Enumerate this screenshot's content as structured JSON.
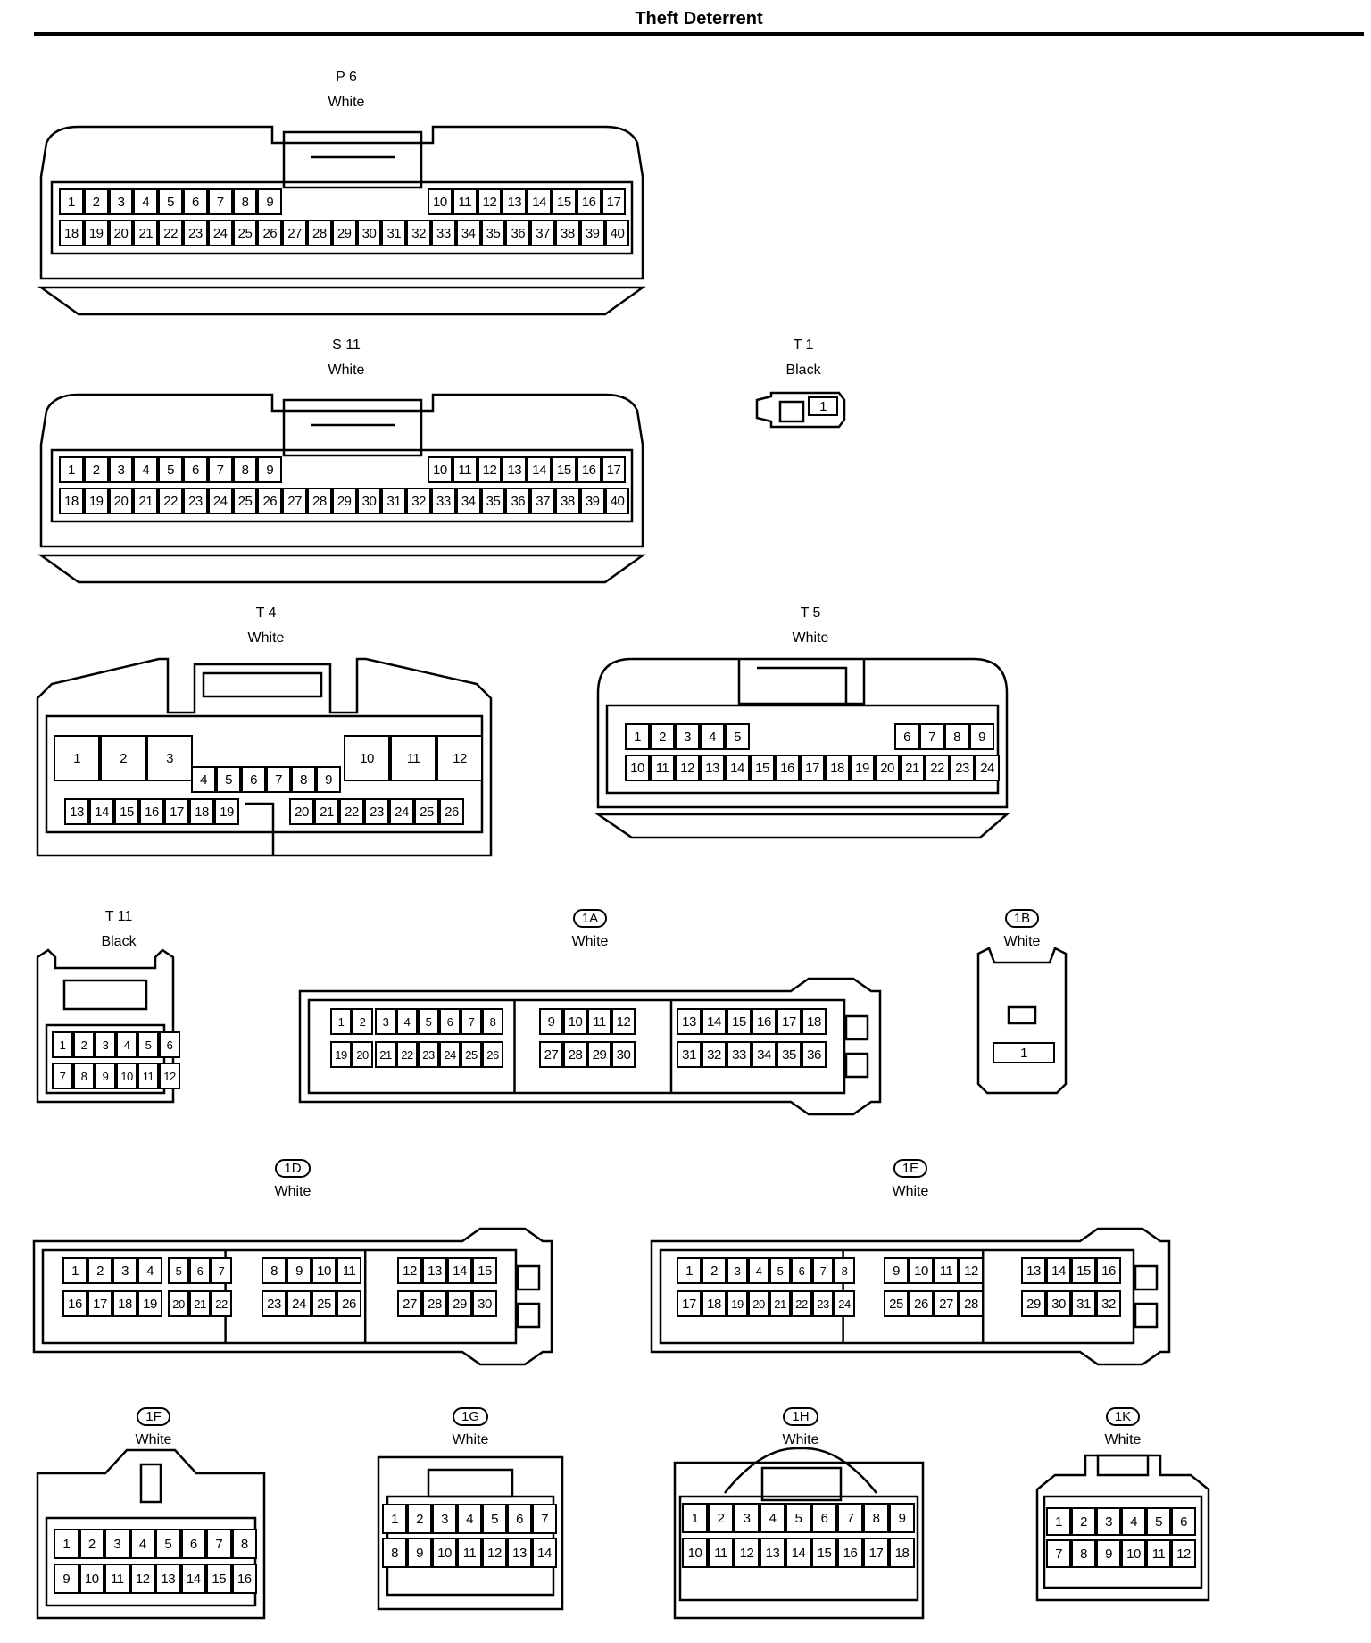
{
  "page": {
    "title": "Theft Deterrent"
  },
  "connectors": [
    {
      "id": "P6",
      "code": "P 6",
      "color": "White",
      "circled": false,
      "rows": [
        [
          "1",
          "2",
          "3",
          "4",
          "5",
          "6",
          "7",
          "8",
          "9",
          "",
          "",
          "",
          "",
          "",
          "10",
          "11",
          "12",
          "13",
          "14",
          "15",
          "16",
          "17"
        ],
        [
          "18",
          "19",
          "20",
          "21",
          "22",
          "23",
          "24",
          "25",
          "26",
          "27",
          "28",
          "29",
          "30",
          "31",
          "32",
          "33",
          "34",
          "35",
          "36",
          "37",
          "38",
          "39",
          "40"
        ]
      ]
    },
    {
      "id": "S11",
      "code": "S 11",
      "color": "White",
      "circled": false,
      "rows": [
        [
          "1",
          "2",
          "3",
          "4",
          "5",
          "6",
          "7",
          "8",
          "9",
          "10",
          "11",
          "12",
          "13",
          "14",
          "15",
          "16",
          "17"
        ],
        [
          "18",
          "19",
          "20",
          "21",
          "22",
          "23",
          "24",
          "25",
          "26",
          "27",
          "28",
          "29",
          "30",
          "31",
          "32",
          "33",
          "34",
          "35",
          "36",
          "37",
          "38",
          "39",
          "40"
        ]
      ]
    },
    {
      "id": "T1",
      "code": "T 1",
      "color": "Black",
      "circled": false,
      "rows": [
        [
          "1"
        ]
      ]
    },
    {
      "id": "T4",
      "code": "T 4",
      "color": "White",
      "circled": false,
      "rows": [
        [
          "1",
          "2",
          "3",
          "10",
          "11",
          "12"
        ],
        [
          "4",
          "5",
          "6",
          "7",
          "8",
          "9"
        ],
        [
          "13",
          "14",
          "15",
          "16",
          "17",
          "18",
          "19",
          "20",
          "21",
          "22",
          "23",
          "24",
          "25",
          "26"
        ]
      ]
    },
    {
      "id": "T5",
      "code": "T 5",
      "color": "White",
      "circled": false,
      "rows": [
        [
          "1",
          "2",
          "3",
          "4",
          "5",
          "6",
          "7",
          "8",
          "9"
        ],
        [
          "10",
          "11",
          "12",
          "13",
          "14",
          "15",
          "16",
          "17",
          "18",
          "19",
          "20",
          "21",
          "22",
          "23",
          "24"
        ]
      ]
    },
    {
      "id": "T11",
      "code": "T 11",
      "color": "Black",
      "circled": false,
      "rows": [
        [
          "1",
          "2",
          "3",
          "4",
          "5",
          "6"
        ],
        [
          "7",
          "8",
          "9",
          "10",
          "11",
          "12"
        ]
      ]
    },
    {
      "id": "1A",
      "code": "1A",
      "color": "White",
      "circled": true,
      "rows": [
        [
          "1",
          "2",
          "3",
          "4",
          "5",
          "6",
          "7",
          "8",
          "9",
          "10",
          "11",
          "12",
          "13",
          "14",
          "15",
          "16",
          "17",
          "18"
        ],
        [
          "19",
          "20",
          "21",
          "22",
          "23",
          "24",
          "25",
          "26",
          "27",
          "28",
          "29",
          "30",
          "31",
          "32",
          "33",
          "34",
          "35",
          "36"
        ]
      ]
    },
    {
      "id": "1B",
      "code": "1B",
      "color": "White",
      "circled": true,
      "rows": [
        [
          "1"
        ]
      ]
    },
    {
      "id": "1D",
      "code": "1D",
      "color": "White",
      "circled": true,
      "rows": [
        [
          "1",
          "2",
          "3",
          "4",
          "5",
          "6",
          "7",
          "8",
          "9",
          "10",
          "11",
          "12",
          "13",
          "14",
          "15"
        ],
        [
          "16",
          "17",
          "18",
          "19",
          "20",
          "21",
          "22",
          "23",
          "24",
          "25",
          "26",
          "27",
          "28",
          "29",
          "30"
        ]
      ]
    },
    {
      "id": "1E",
      "code": "1E",
      "color": "White",
      "circled": true,
      "rows": [
        [
          "1",
          "2",
          "3",
          "4",
          "5",
          "6",
          "7",
          "8",
          "9",
          "10",
          "11",
          "12",
          "13",
          "14",
          "15",
          "16"
        ],
        [
          "17",
          "18",
          "19",
          "20",
          "21",
          "22",
          "23",
          "24",
          "25",
          "26",
          "27",
          "28",
          "29",
          "30",
          "31",
          "32"
        ]
      ]
    },
    {
      "id": "1F",
      "code": "1F",
      "color": "White",
      "circled": true,
      "rows": [
        [
          "1",
          "2",
          "3",
          "4",
          "5",
          "6",
          "7",
          "8"
        ],
        [
          "9",
          "10",
          "11",
          "12",
          "13",
          "14",
          "15",
          "16"
        ]
      ]
    },
    {
      "id": "1G",
      "code": "1G",
      "color": "White",
      "circled": true,
      "rows": [
        [
          "1",
          "2",
          "3",
          "4",
          "5",
          "6",
          "7"
        ],
        [
          "8",
          "9",
          "10",
          "11",
          "12",
          "13",
          "14"
        ]
      ]
    },
    {
      "id": "1H",
      "code": "1H",
      "color": "White",
      "circled": true,
      "rows": [
        [
          "1",
          "2",
          "3",
          "4",
          "5",
          "6",
          "7",
          "8",
          "9"
        ],
        [
          "10",
          "11",
          "12",
          "13",
          "14",
          "15",
          "16",
          "17",
          "18"
        ]
      ]
    },
    {
      "id": "1K",
      "code": "1K",
      "color": "White",
      "circled": true,
      "rows": [
        [
          "1",
          "2",
          "3",
          "4",
          "5",
          "6"
        ],
        [
          "7",
          "8",
          "9",
          "10",
          "11",
          "12"
        ]
      ]
    }
  ]
}
